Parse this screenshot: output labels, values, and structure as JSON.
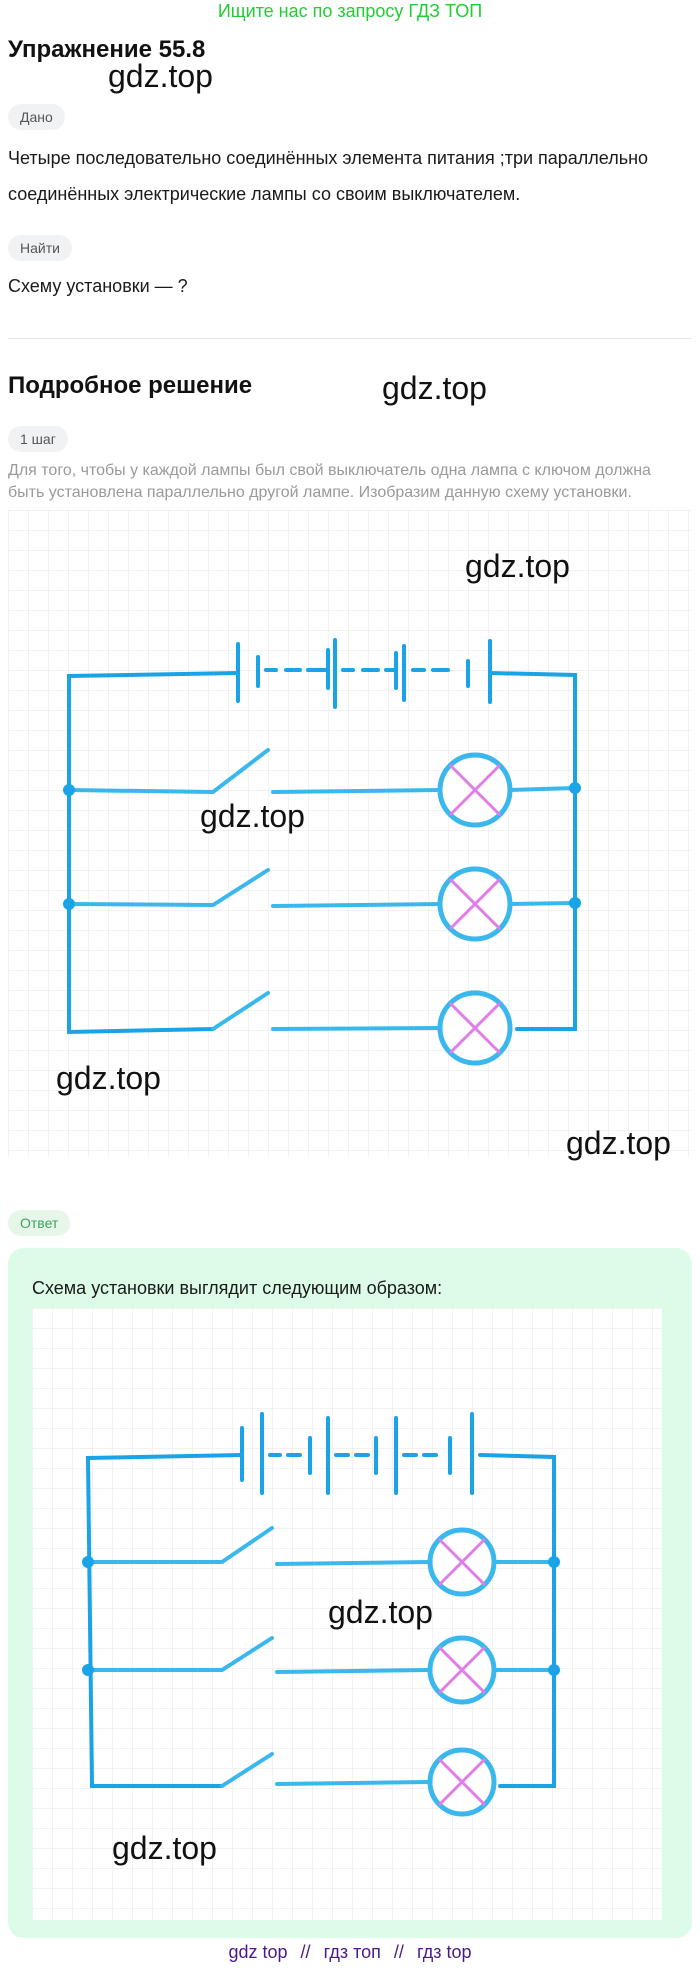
{
  "banner": "Ищите нас по запросу ГДЗ ТОП",
  "title": "Упражнение 55.8",
  "watermark": "gdz.top",
  "given": {
    "label": "Дано",
    "line1": "Четыре последовательно соединённых элемента питания ;три параллельно",
    "line2": "соединённых электрические лампы со своим выключателем."
  },
  "find": {
    "label": "Найти",
    "text": "Схему установки — ?"
  },
  "solution": {
    "heading": "Подробное решение",
    "step_label": "1 шаг",
    "step_text": "Для того, чтобы у каждой лампы был свой выключатель одна лампа с ключом должна быть установлена параллельно другой лампе. Изобразим данную схему установки."
  },
  "answer": {
    "label": "Ответ",
    "text": "Схема установки выглядит следующим образом:"
  },
  "footer": {
    "part1": "gdz top",
    "sep": "//",
    "part2": "гдз топ",
    "part3": "гдз top"
  },
  "colors": {
    "banner": "#22cc33",
    "wire": "#1aa3e6",
    "wire_light": "#3ab8ee",
    "lamp_cross": "#e07ee8",
    "grid": "#e4e4e4",
    "answer_bg": "#dcfce7"
  }
}
